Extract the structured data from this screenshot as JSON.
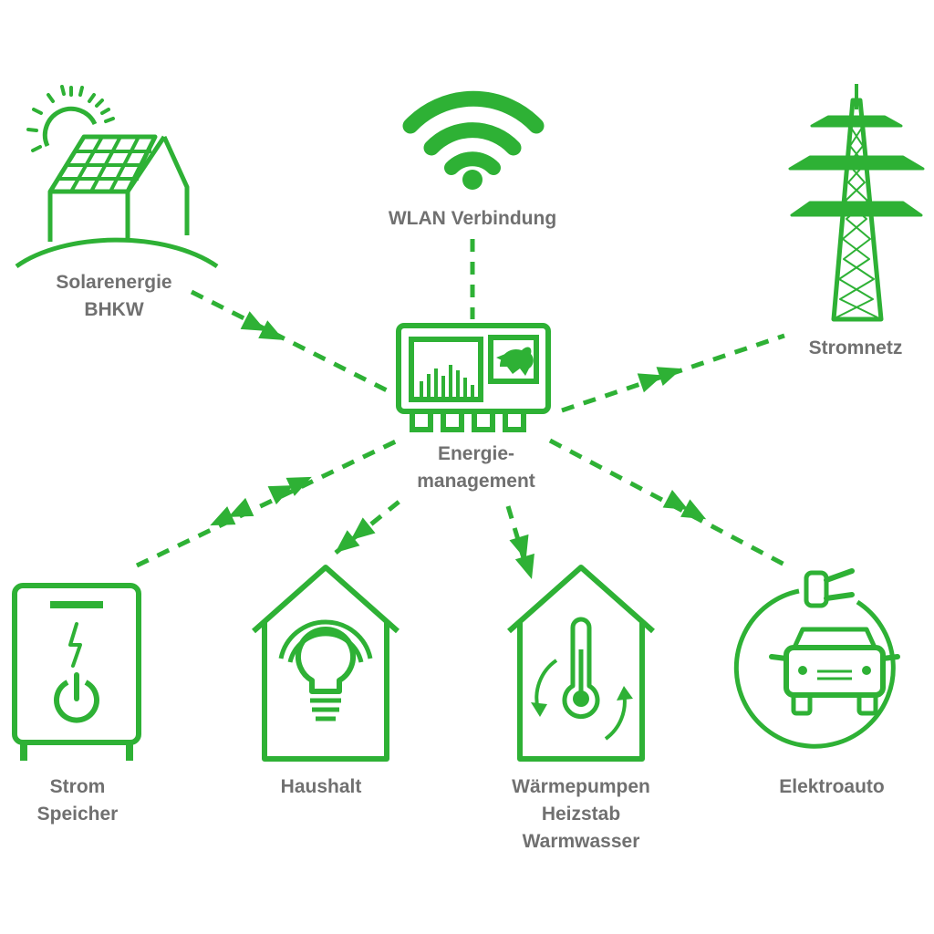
{
  "colors": {
    "accent": "#2eb135",
    "label": "#707070",
    "background": "#ffffff"
  },
  "center": {
    "label_lines": [
      "Energie-",
      "management"
    ],
    "icon": "inverter-monitor-icon"
  },
  "nodes": {
    "solar": {
      "label_lines": [
        "Solarenergie",
        "BHKW"
      ],
      "icon": "solar-house-icon",
      "flow": "to-center"
    },
    "wifi": {
      "label_lines": [
        "WLAN Verbindung"
      ],
      "icon": "wifi-icon",
      "flow": "link"
    },
    "grid": {
      "label_lines": [
        "Stromnetz"
      ],
      "icon": "power-pylon-icon",
      "flow": "to-node"
    },
    "storage": {
      "label_lines": [
        "Strom",
        "Speicher"
      ],
      "icon": "battery-storage-icon",
      "flow": "bidirectional"
    },
    "household": {
      "label_lines": [
        "Haushalt"
      ],
      "icon": "lightbulb-house-icon",
      "flow": "to-node"
    },
    "heat": {
      "label_lines": [
        "Wärmepumpen",
        "Heizstab",
        "Warmwasser"
      ],
      "icon": "thermometer-house-icon",
      "flow": "to-node"
    },
    "ev": {
      "label_lines": [
        "Elektroauto"
      ],
      "icon": "electric-car-icon",
      "flow": "to-node"
    }
  }
}
